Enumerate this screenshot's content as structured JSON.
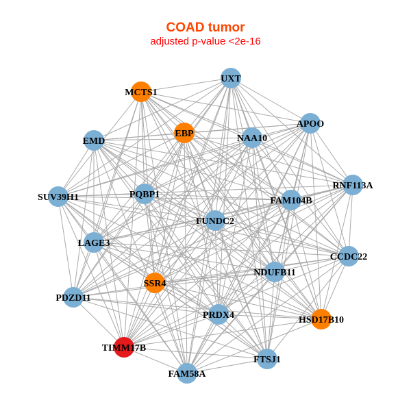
{
  "title": "COAD tumor",
  "subtitle": "adjusted p-value <2e-16",
  "colors": {
    "blue": "#7BAFD4",
    "orange": "#FF7F00",
    "red": "#E41A1C",
    "edge": "#AAAAAA"
  },
  "nodes": [
    {
      "id": "UXT",
      "color": "blue"
    },
    {
      "id": "MCTS1",
      "color": "orange"
    },
    {
      "id": "APOO",
      "color": "blue"
    },
    {
      "id": "EBP",
      "color": "orange"
    },
    {
      "id": "NAA10",
      "color": "blue"
    },
    {
      "id": "EMD",
      "color": "blue"
    },
    {
      "id": "RNF113A",
      "color": "blue"
    },
    {
      "id": "SUV39H1",
      "color": "blue"
    },
    {
      "id": "PQBP1",
      "color": "blue"
    },
    {
      "id": "FAM104B",
      "color": "blue"
    },
    {
      "id": "FUNDC2",
      "color": "blue"
    },
    {
      "id": "LAGE3",
      "color": "blue"
    },
    {
      "id": "CCDC22",
      "color": "blue"
    },
    {
      "id": "NDUFB11",
      "color": "blue"
    },
    {
      "id": "SSR4",
      "color": "orange"
    },
    {
      "id": "PDZD11",
      "color": "blue"
    },
    {
      "id": "PRDX4",
      "color": "blue"
    },
    {
      "id": "HSD17B10",
      "color": "orange"
    },
    {
      "id": "TIMM17B",
      "color": "red"
    },
    {
      "id": "FTSJ1",
      "color": "blue"
    },
    {
      "id": "FAM58A",
      "color": "blue"
    }
  ]
}
